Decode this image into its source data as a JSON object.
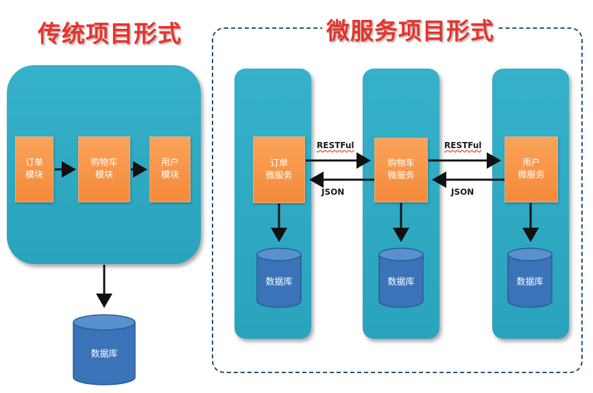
{
  "traditional": {
    "title": "传统项目形式",
    "modules": [
      {
        "line1": "订单",
        "line2": "模块"
      },
      {
        "line1": "购物车",
        "line2": "模块"
      },
      {
        "line1": "用户",
        "line2": "模块"
      }
    ],
    "database": "数据库"
  },
  "microservices": {
    "title": "微服务项目形式",
    "services": [
      {
        "line1": "订单",
        "line2": "微服务",
        "database": "数据库"
      },
      {
        "line1": "购物车",
        "line2": "微服务",
        "database": "数据库"
      },
      {
        "line1": "用户",
        "line2": "微服务",
        "database": "数据库"
      }
    ],
    "request_label": "RESTFul",
    "response_label": "JSON"
  },
  "colors": {
    "title": "#e8322a",
    "container": "#2aa3bc",
    "module": "#f58a3a",
    "database": "#3a73b8",
    "arrow": "#111111",
    "frame": "#1f4e79"
  }
}
